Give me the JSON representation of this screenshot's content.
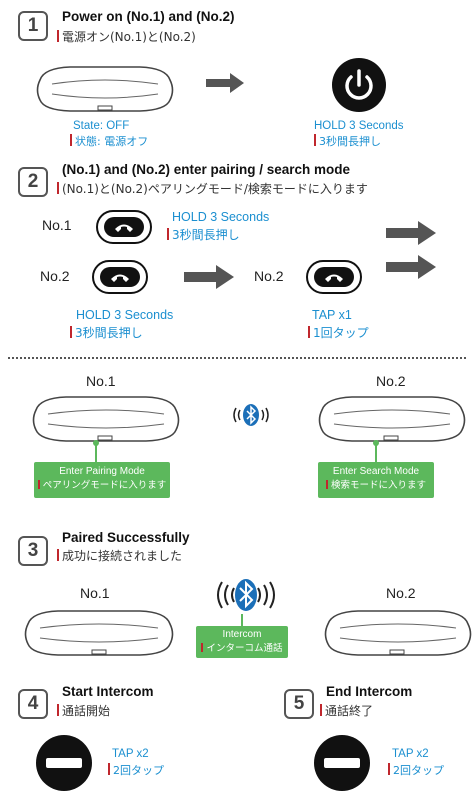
{
  "step1": {
    "number": "1",
    "title": "Power on  (No.1)  and  (No.2)",
    "subtitle_jp": "電源オン(No.1)と(No.2)",
    "state_label": "State: OFF",
    "state_label_jp": "状態: 電源オフ",
    "hold_label": "HOLD 3 Seconds",
    "hold_label_jp": "3秒間長押し"
  },
  "step2": {
    "number": "2",
    "title": "(No.1)  and  (No.2)  enter pairing / search mode",
    "subtitle_jp": "(No.1)と(No.2)ペアリングモード/検索モードに入ります",
    "no1": "No.1",
    "no2": "No.2",
    "no2_right": "No.2",
    "hold_label": "HOLD 3 Seconds",
    "hold_label_jp": "3秒間長押し",
    "hold_label_2": "HOLD 3 Seconds",
    "hold_label_2_jp": "3秒間長押し",
    "tap_label": "TAP x1",
    "tap_label_jp": "1回タップ"
  },
  "pairing": {
    "no1": "No.1",
    "no2": "No.2",
    "left_mode": "Enter Pairing Mode",
    "left_mode_jp": "ペアリングモードに入ります",
    "right_mode": "Enter Search Mode",
    "right_mode_jp": "検索モードに入ります"
  },
  "step3": {
    "number": "3",
    "title": "Paired Successfully",
    "subtitle_jp": "成功に接続されました",
    "no1": "No.1",
    "no2": "No.2",
    "intercom": "Intercom",
    "intercom_jp": "インターコム通話"
  },
  "step4": {
    "number": "4",
    "title": "Start Intercom",
    "subtitle_jp": "通話開始",
    "tap_label": "TAP x2",
    "tap_label_jp": "2回タップ"
  },
  "step5": {
    "number": "5",
    "title": "End Intercom",
    "subtitle_jp": "通話終了",
    "tap_label": "TAP x2",
    "tap_label_jp": "2回タップ"
  },
  "colors": {
    "accent": "#1b8fd0",
    "green": "#5cb85c",
    "red_bar": "#c0272d",
    "bluetooth": "#1b6fb8"
  },
  "icons": [
    "device-illustration",
    "arrow-right-icon",
    "power-icon",
    "phone-button-icon",
    "bluetooth-icon",
    "minus-button-icon"
  ]
}
